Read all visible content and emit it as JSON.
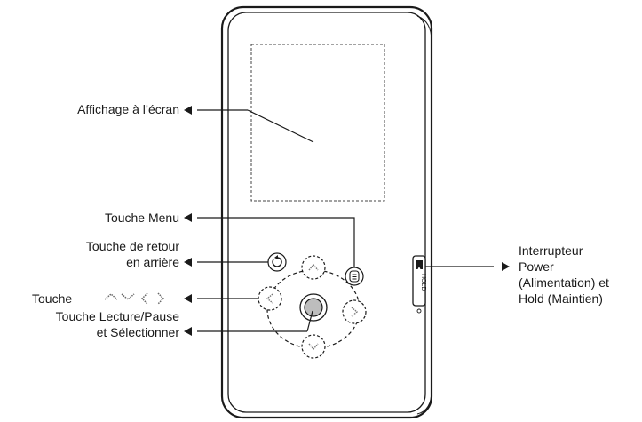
{
  "labels": {
    "screen": "Affichage à l’écran",
    "menu": "Touche Menu",
    "back_line1": "Touche de retour",
    "back_line2": "en arrière",
    "nav_prefix": "Touche",
    "play_line1": "Touche Lecture/Pause",
    "play_line2": "et Sélectionner",
    "switch_line1": "Interrupteur",
    "switch_line2": "Power",
    "switch_line3": "(Alimentation) et",
    "switch_line4": "Hold (Maintien)"
  },
  "device": {
    "hold_text": "HOLD"
  },
  "colors": {
    "stroke": "#1a1a1a",
    "background": "#ffffff"
  }
}
